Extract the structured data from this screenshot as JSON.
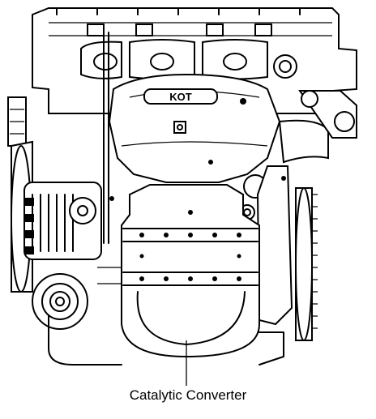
{
  "figure": {
    "subject": "engine-front-view-line-drawing",
    "callout_label": "Catalytic Converter",
    "plate_lettering": "KOT"
  }
}
